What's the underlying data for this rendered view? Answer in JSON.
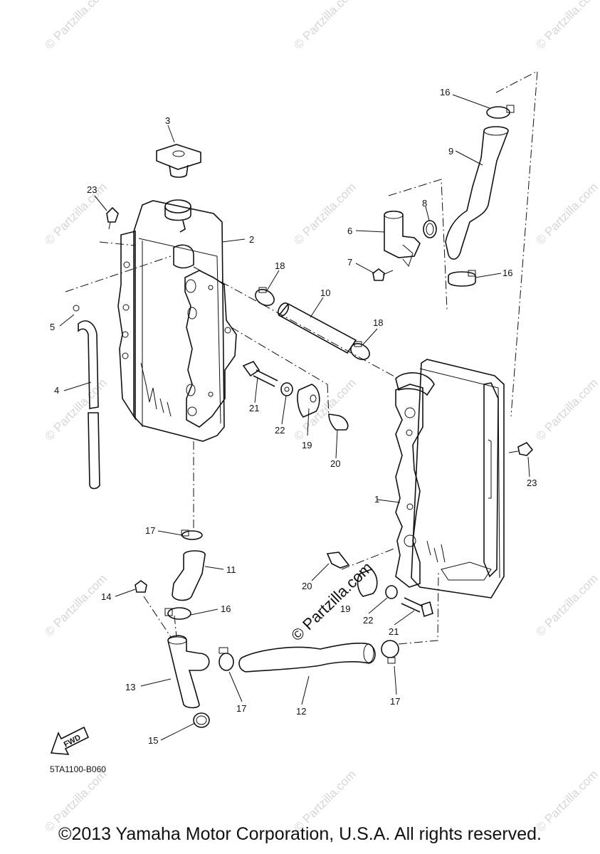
{
  "diagram": {
    "callouts": {
      "c1": "1",
      "c2": "2",
      "c3": "3",
      "c4": "4",
      "c5": "5",
      "c6": "6",
      "c7": "7",
      "c8": "8",
      "c9": "9",
      "c10": "10",
      "c11": "11",
      "c12": "12",
      "c13": "13",
      "c14": "14",
      "c15": "15",
      "c16a": "16",
      "c16b": "16",
      "c16c": "16",
      "c17a": "17",
      "c17b": "17",
      "c17c": "17",
      "c18a": "18",
      "c18b": "18",
      "c19a": "19",
      "c19b": "19",
      "c20a": "20",
      "c20b": "20",
      "c21a": "21",
      "c21b": "21",
      "c22a": "22",
      "c22b": "22",
      "c23a": "23",
      "c23b": "23"
    },
    "fwd_label": "FWD",
    "figure_code": "5TA1100-B060",
    "watermark_main": "© Partzilla.com",
    "watermark_tile": "© Partzilla.com"
  },
  "footer": {
    "copyright": "©2013 Yamaha Motor Corporation, U.S.A. All rights reserved."
  }
}
